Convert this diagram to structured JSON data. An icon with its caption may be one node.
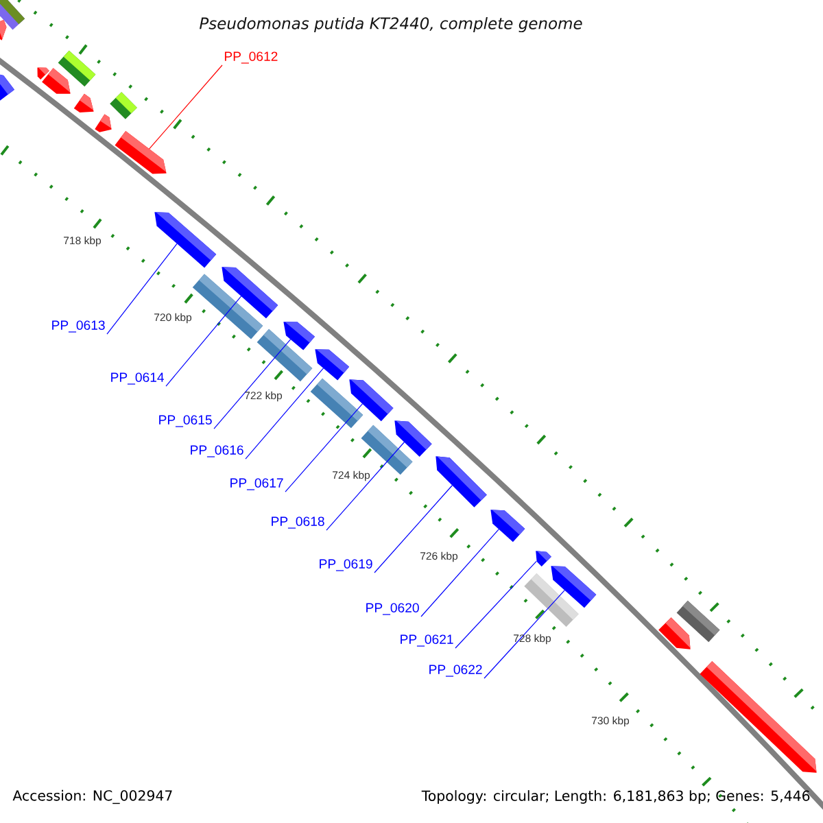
{
  "diagram": {
    "title": "Pseudomonas putida KT2440, complete genome",
    "nodes": [
      {
        "text": [
          "PP_0612"
        ]
      },
      {
        "text": [
          "PP_0613"
        ]
      },
      {
        "text": [
          "PP_0614"
        ]
      },
      {
        "text": [
          "PP_0615"
        ]
      },
      {
        "text": [
          "PP_0616"
        ]
      },
      {
        "text": [
          "PP_0617"
        ]
      },
      {
        "text": [
          "PP_0618"
        ]
      },
      {
        "text": [
          "PP_0619"
        ]
      },
      {
        "text": [
          "PP_0620"
        ]
      },
      {
        "text": [
          "PP_0621"
        ]
      },
      {
        "text": [
          "PP_0622"
        ]
      },
      {
        "text": [],
        "shape": "bar"
      },
      {
        "text": [],
        "shape": "bar"
      },
      {
        "text": [],
        "shape": "bar"
      },
      {
        "text": [],
        "shape": "bar"
      },
      {
        "text": [],
        "shape": "bar"
      },
      {
        "text": [],
        "shape": "bar"
      },
      {
        "text": [],
        "shape": "bar"
      },
      {
        "text": [],
        "shape": "bar"
      },
      {
        "text": [],
        "shape": "bar"
      },
      {
        "text": [],
        "shape": "bar"
      },
      {
        "text": [],
        "shape": "bar"
      }
    ],
    "edges": [
      {
        "from": 0,
        "to": 11,
        "arrow": "none",
        "color": "#ff0000"
      },
      {
        "from": 1,
        "to": 12,
        "arrow": "none"
      },
      {
        "from": 2,
        "to": 13,
        "arrow": "none"
      },
      {
        "from": 3,
        "to": 14,
        "arrow": "none"
      },
      {
        "from": 4,
        "to": 15,
        "arrow": "none"
      },
      {
        "from": 5,
        "to": 16,
        "arrow": "none"
      },
      {
        "from": 6,
        "to": 17,
        "arrow": "none"
      },
      {
        "from": 7,
        "to": 18,
        "arrow": "none"
      },
      {
        "from": 8,
        "to": 19,
        "arrow": "none"
      },
      {
        "from": 9,
        "to": 20,
        "arrow": "none"
      },
      {
        "from": 10,
        "to": 21,
        "arrow": "none"
      }
    ],
    "labels": [
      "718 kbp",
      "720 kbp",
      "722 kbp",
      "724 kbp",
      "726 kbp",
      "728 kbp",
      "730 kbp",
      "Accession: NC_002947",
      "Topology: circular; Length: 6,181,863 bp; Genes: 5,446"
    ]
  }
}
